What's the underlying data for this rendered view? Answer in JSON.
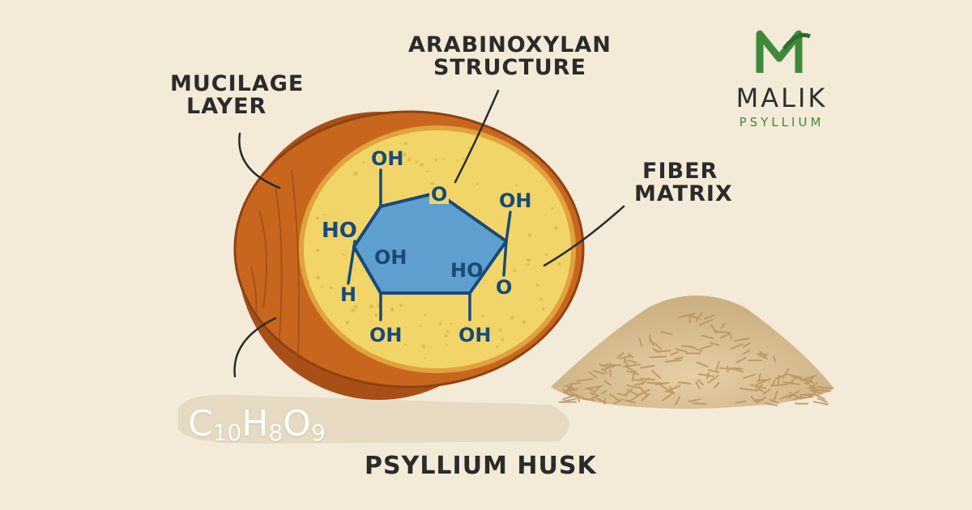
{
  "labels": {
    "mucilage": [
      "MUCILAGE",
      "LAYER"
    ],
    "arabinoxylan": [
      "ARABINOXYLAN",
      "STRUCTURE"
    ],
    "fiber": [
      "FIBER",
      "MATRIX"
    ],
    "title": "PSYLLIUM HUSK"
  },
  "molecule": {
    "oh_top": "OH",
    "ring_o": "O",
    "oh_upper_right": "OH",
    "ho_left": "HO",
    "oh_inner": "OH",
    "ho_inner_right": "HO",
    "o_right": "O",
    "h_left": "H",
    "oh_bottom_left": "OH",
    "oh_bottom_right": "OH"
  },
  "formula": {
    "c": "C",
    "c_sub": "10",
    "h": "H",
    "h_sub": "8",
    "o": "O",
    "o_sub": "9"
  },
  "logo": {
    "mark": "M",
    "name": "MALIK",
    "subtitle": "PSYLLIUM"
  },
  "colors": {
    "background": "#f3ead8",
    "husk_shell": "#c9661e",
    "husk_interior": "#f2d568",
    "ring_fill": "#5f9fd0",
    "molecule_text": "#184a7a",
    "logo_green": "#3f8a3a",
    "label_text": "#2b2b2b"
  }
}
